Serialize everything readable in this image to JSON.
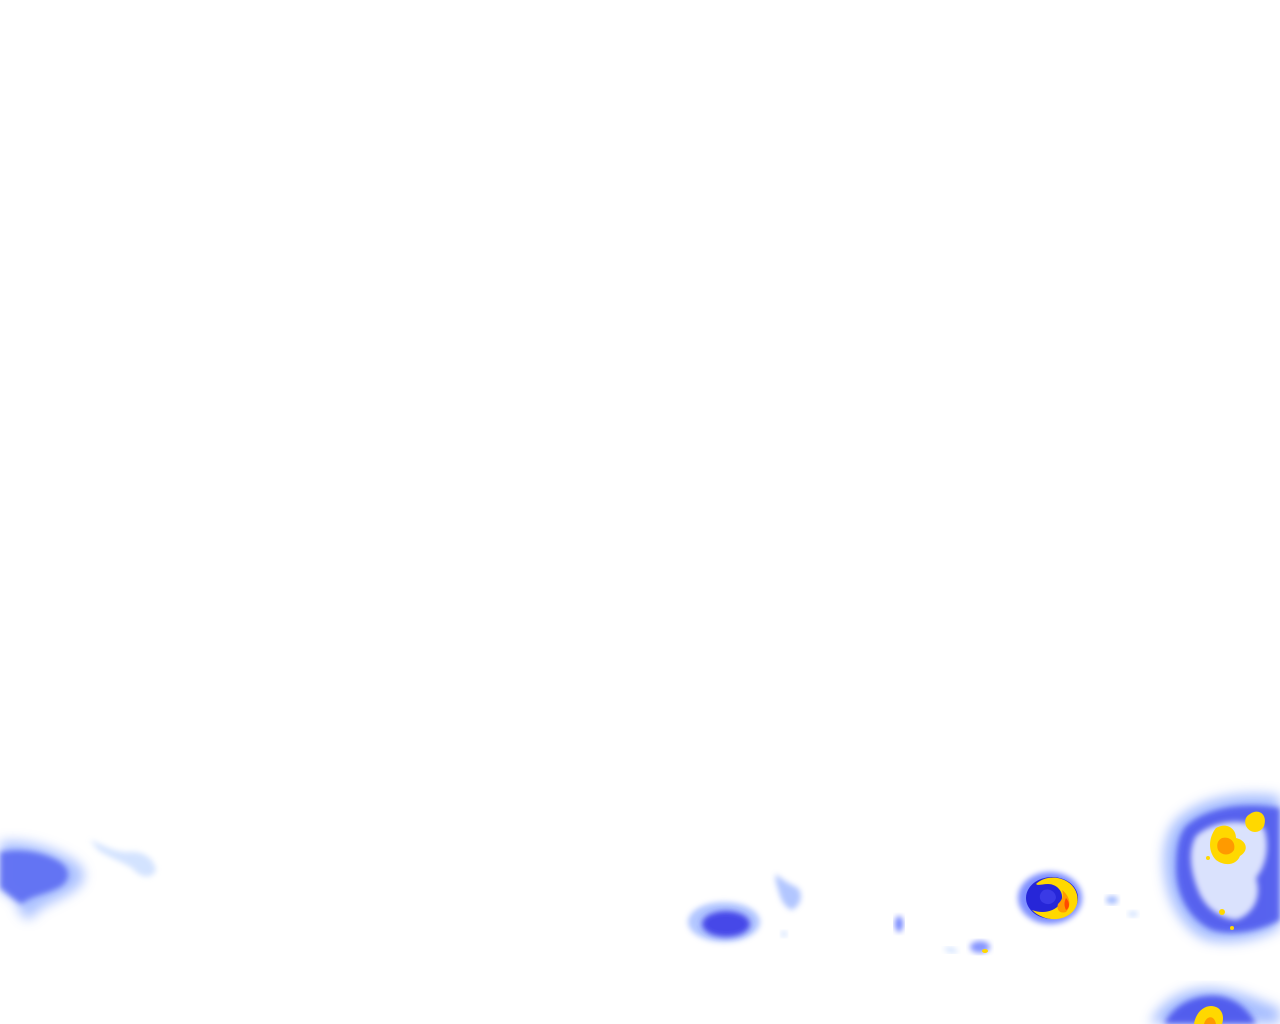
{
  "map": {
    "layer": "radar-precipitation-overlay",
    "background_color": "#ffffff",
    "palette": {
      "very_light": "#cfe0ff",
      "light": "#9fb8ff",
      "medium": "#6f82ff",
      "strong": "#3a3ae6",
      "deep": "#2626d8",
      "yellow": "#ffd800",
      "orange": "#ff9a00",
      "red": "#ff4a00"
    },
    "cells": [
      {
        "id": "west-blob",
        "intensity": "medium"
      },
      {
        "id": "west-streak",
        "intensity": "light"
      },
      {
        "id": "center-cell-a",
        "intensity": "strong"
      },
      {
        "id": "center-wisp",
        "intensity": "light"
      },
      {
        "id": "small-dot-a",
        "intensity": "medium"
      },
      {
        "id": "small-dot-b",
        "intensity": "strong"
      },
      {
        "id": "ring-storm",
        "intensity": "red"
      },
      {
        "id": "big-storm-east",
        "intensity": "orange"
      },
      {
        "id": "bottom-storm",
        "intensity": "yellow"
      }
    ]
  }
}
